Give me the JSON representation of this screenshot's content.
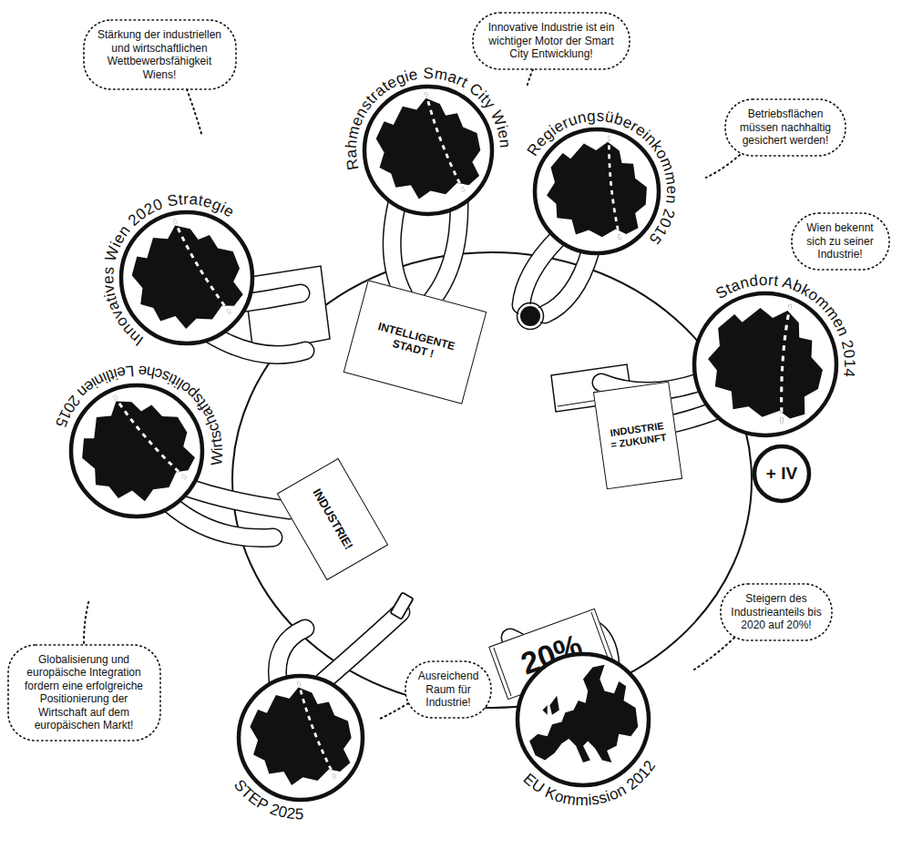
{
  "diagram": {
    "nodes": [
      {
        "text": [
          "Stärkung der industriellen und wirtschaftlichen Wettbewerbsfähigkeit Wiens!"
        ]
      },
      {
        "text": [
          "Innovative Industrie ist ein wichtiger Motor der Smart City Entwicklung!"
        ]
      },
      {
        "text": [
          "Rahmenstrategie Smart City Wien"
        ]
      },
      {
        "text": [
          "Betriebsflächen müssen nachhaltig gesichert werden!"
        ]
      },
      {
        "text": [
          "Regierungsübereinkommen 2015"
        ]
      },
      {
        "text": [
          "Innovatives Wien 2020 Strategie"
        ]
      },
      {
        "text": [
          "Wien bekennt sich zu seiner Industrie!"
        ]
      },
      {
        "text": [
          "INTELLIGENTE STADT !"
        ]
      },
      {
        "text": [
          "Standort Abkommen 2014"
        ]
      },
      {
        "text": [
          "INDUSTRIE = ZUKUNFT"
        ]
      },
      {
        "text": [
          "Wirtschaftspolitische Leitlinien 2015"
        ]
      },
      {
        "text": [
          "+ IV"
        ]
      },
      {
        "text": [
          "INDUSTRIE!"
        ]
      },
      {
        "text": [
          "Steigern des Industrieanteils bis 2020 auf 20%!"
        ]
      },
      {
        "text": [
          "Globalisierung und europäische Integration fordern eine erfolgreiche Positionierung der Wirtschaft auf dem europäischen Markt!"
        ]
      },
      {
        "text": [
          "20%"
        ]
      },
      {
        "text": [
          "Ausreichend Raum für Industrie!"
        ]
      },
      {
        "text": [
          "EU Kommission 2012"
        ]
      },
      {
        "text": [
          "STEP 2025"
        ]
      }
    ]
  }
}
